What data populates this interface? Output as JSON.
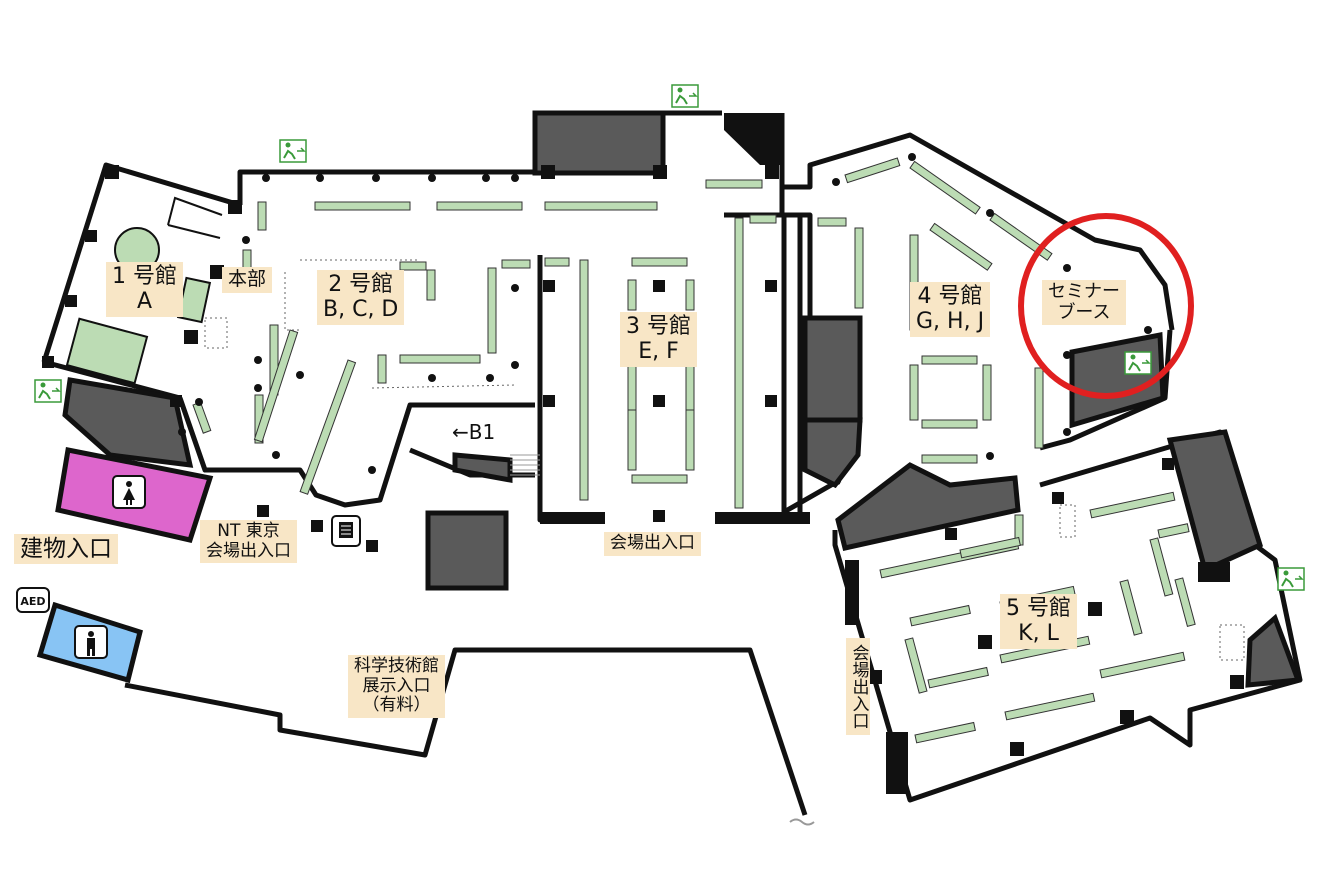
{
  "halls": [
    {
      "id": "1",
      "line1": "1 号館",
      "line2": "A"
    },
    {
      "id": "2",
      "line1": "2 号館",
      "line2": "B, C, D"
    },
    {
      "id": "3",
      "line1": "3 号館",
      "line2": "E, F"
    },
    {
      "id": "4",
      "line1": "4 号館",
      "line2": "G, H, J"
    },
    {
      "id": "5",
      "line1": "5 号館",
      "line2": "K, L"
    }
  ],
  "labels": {
    "headquarters": "本部",
    "seminar_line1": "セミナー",
    "seminar_line2": "ブース",
    "basement": "←B1",
    "building_entrance": "建物入口",
    "nt_tokyo_line1": "NT 東京",
    "nt_tokyo_line2": "会場出入口",
    "venue_entrance_3": "会場出入口",
    "venue_entrance_5": "会場出入口",
    "science_line1": "科学技術館",
    "science_line2": "展示入口",
    "science_line3": "（有料）",
    "aed": "AED"
  },
  "colors": {
    "booth": "#bcdcb4",
    "wall": "#111111",
    "dark_room": "#5a5a5a",
    "label_bg": "#f8e6c6",
    "womens_restroom": "#dd66cc",
    "mens_restroom": "#88c4f4",
    "exit_sign": "#3a9a3a",
    "highlight_circle": "#e02020"
  },
  "icons": [
    "emergency-exit-icon",
    "womens-restroom-icon",
    "mens-restroom-icon",
    "aed-icon",
    "information-terminal-icon"
  ]
}
